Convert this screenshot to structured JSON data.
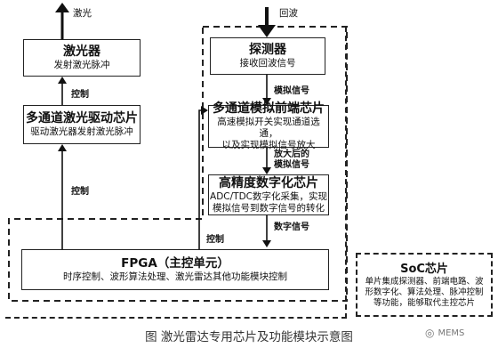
{
  "top_labels": {
    "laser_out": "激光",
    "echo_in": "回波"
  },
  "blocks": {
    "laser": {
      "title": "激光器",
      "desc": "发射激光脉冲"
    },
    "driver": {
      "title": "多通道激光驱动芯片",
      "desc": "驱动激光器发射激光脉冲"
    },
    "detector": {
      "title": "探测器",
      "desc": "接收回波信号"
    },
    "afe": {
      "title": "多通道模拟前端芯片",
      "desc_line1": "高速模拟开关实现通道选通，",
      "desc_line2": "以及实现模拟信号放大"
    },
    "adc": {
      "title": "高精度数字化芯片",
      "desc_line1": "ADC/TDC数字化采集，实现",
      "desc_line2": "模拟信号到数字信号的转化"
    },
    "fpga": {
      "title": "FPGA（主控单元）",
      "desc": "时序控制、波形算法处理、激光雷达其他功能模块控制"
    },
    "soc": {
      "title": "SoC芯片",
      "desc_line1": "单片集成探测器、前端电路、波",
      "desc_line2": "形数字化、算法处理、脉冲控制",
      "desc_line3": "等功能，能够取代主控芯片"
    }
  },
  "edge_labels": {
    "control_1": "控制",
    "control_2": "控制",
    "control_3": "控制",
    "analog_signal": "模拟信号",
    "amplified_line1": "放大后的",
    "amplified_line2": "模拟信号",
    "digital_signal": "数字信号"
  },
  "caption": "图  激光雷达专用芯片及功能模块示意图",
  "watermark": "MEMS"
}
